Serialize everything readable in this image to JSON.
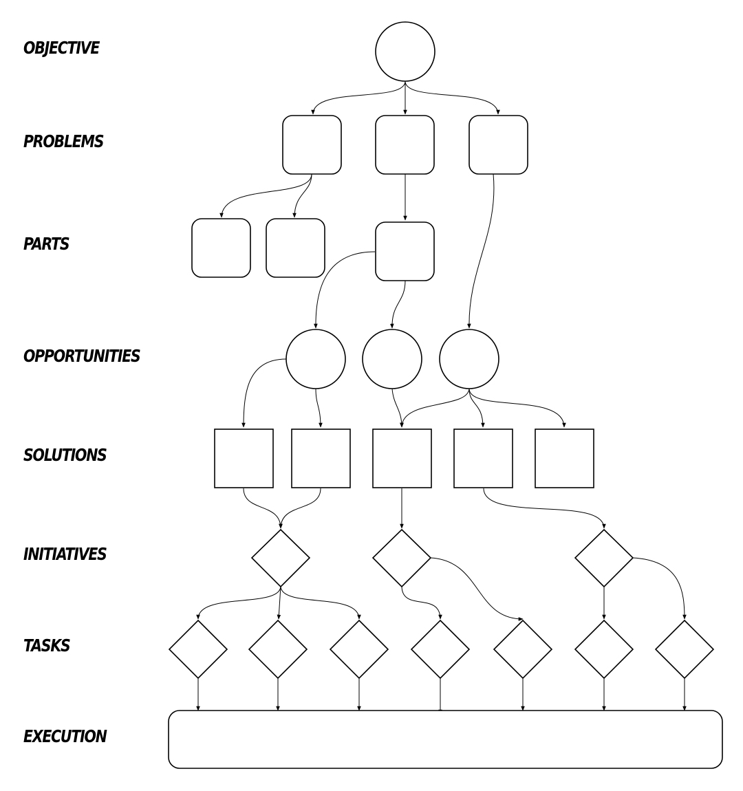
{
  "row_labels": {
    "objective": "OBJECTIVE",
    "problems": "PROBLEMS",
    "parts": "PARTS",
    "opportunities": "OPPORTUNITIES",
    "solutions": "SOLUTIONS",
    "initiatives": "INITIATIVES",
    "tasks": "TASKS",
    "execution": "EXECUTION"
  },
  "node_shapes": {
    "objective": "circle",
    "problems": "rounded-square",
    "parts": "rounded-square",
    "opportunities": "circle",
    "solutions": "square",
    "initiatives": "diamond",
    "tasks": "diamond",
    "execution": "rounded-bar"
  },
  "colors": {
    "stroke": "#000000",
    "fill": "#ffffff",
    "background": "#ffffff"
  }
}
